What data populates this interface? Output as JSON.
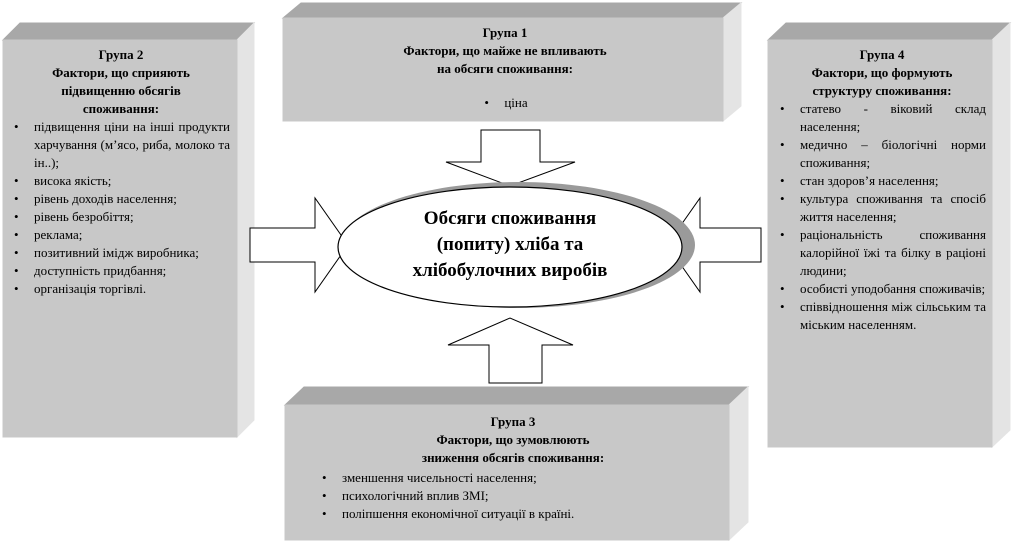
{
  "center": {
    "lines": [
      "Обсяги споживання",
      "(попиту) хліба та",
      "хлібобулочних виробів"
    ]
  },
  "group1": {
    "title": "Група 1",
    "subtitle_lines": [
      "Фактори, що майже не впливають",
      "на обсяги споживання:"
    ],
    "items": [
      "ціна"
    ]
  },
  "group2": {
    "title": "Група 2",
    "subtitle_lines": [
      "Фактори, що сприяють",
      "підвищенню обсягів",
      "споживання:"
    ],
    "items": [
      "підвищення ціни на інші продукти харчування (м’ясо, риба, молоко та ін..);",
      "висока якість;",
      "рівень доходів населення;",
      "рівень безробіття;",
      "реклама;",
      "позитивний імідж виробника;",
      "доступність придбання;",
      "організація торгівлі."
    ]
  },
  "group3": {
    "title": "Група 3",
    "subtitle_lines": [
      "Фактори, що зумовлюють",
      "зниження обсягів споживання:"
    ],
    "items": [
      "зменшення чисельності населення;",
      "психологічний вплив ЗМІ;",
      "поліпшення економічної ситуації в країні."
    ]
  },
  "group4": {
    "title": "Група 4",
    "subtitle_lines": [
      "Фактори, що формують",
      "структуру споживання:"
    ],
    "items": [
      "статево - віковий склад населення;",
      "медично – біологічні норми споживання;",
      "стан здоров’я населення;",
      "культура споживання та спосіб життя населення;",
      "раціональність споживання калорійної їжі та білку в раціоні людини;",
      "особисті уподобання споживачів;",
      "співвідношення між сільським та міським населенням."
    ]
  },
  "colors": {
    "box_face": "#c8c8c8",
    "box_top": "#a8a8a8",
    "box_side": "#e4e4e4"
  }
}
